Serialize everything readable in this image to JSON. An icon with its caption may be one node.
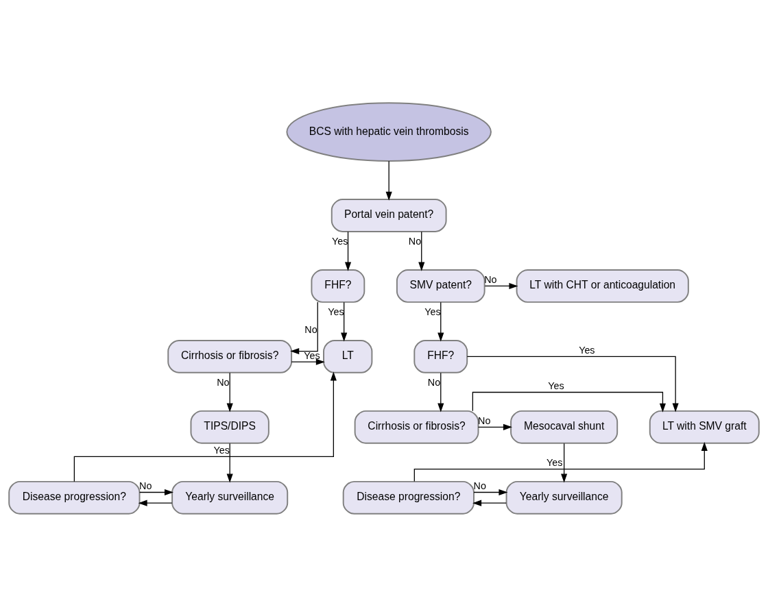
{
  "diagram": {
    "nodes": [
      {
        "text": [
          "BCS with hepatic vein thrombosis"
        ]
      },
      {
        "text": [
          "Portal vein patent?"
        ]
      },
      {
        "text": [
          "FHF?"
        ]
      },
      {
        "text": [
          "SMV patent?"
        ]
      },
      {
        "text": [
          "LT with CHT or anticoagulation"
        ]
      },
      {
        "text": [
          "LT"
        ]
      },
      {
        "text": [
          "Cirrhosis or fibrosis?"
        ]
      },
      {
        "text": [
          "FHF?"
        ]
      },
      {
        "text": [
          "TIPS/DIPS"
        ]
      },
      {
        "text": [
          "LT with SMV graft"
        ]
      },
      {
        "text": [
          "Cirrhosis or fibrosis?"
        ]
      },
      {
        "text": [
          "Mesocaval shunt"
        ]
      },
      {
        "text": [
          "Disease progression?"
        ]
      },
      {
        "text": [
          "Yearly surveillance"
        ]
      },
      {
        "text": [
          "Disease progression?"
        ]
      },
      {
        "text": [
          "Yearly surveillance"
        ]
      }
    ],
    "edges": [
      {
        "from": 0,
        "to": 1,
        "arrow": "to"
      },
      {
        "from": 1,
        "to": 2,
        "arrow": "to",
        "label": "Yes"
      },
      {
        "from": 1,
        "to": 3,
        "arrow": "to",
        "label": "No"
      },
      {
        "from": 2,
        "to": 5,
        "arrow": "to",
        "label": "Yes"
      },
      {
        "from": 2,
        "to": 6,
        "arrow": "to",
        "label": "No"
      },
      {
        "from": 3,
        "to": 4,
        "arrow": "to",
        "label": "No"
      },
      {
        "from": 3,
        "to": 7,
        "arrow": "to",
        "label": "Yes"
      },
      {
        "from": 6,
        "to": 5,
        "arrow": "to",
        "label": "Yes"
      },
      {
        "from": 6,
        "to": 8,
        "arrow": "to",
        "label": "No"
      },
      {
        "from": 7,
        "to": 9,
        "arrow": "to",
        "label": "Yes"
      },
      {
        "from": 7,
        "to": 10,
        "arrow": "to",
        "label": "No"
      },
      {
        "from": 10,
        "to": 9,
        "arrow": "to",
        "label": "Yes"
      },
      {
        "from": 10,
        "to": 11,
        "arrow": "to",
        "label": "No"
      },
      {
        "from": 8,
        "to": 13,
        "arrow": "to"
      },
      {
        "from": 13,
        "to": 12,
        "arrow": "to"
      },
      {
        "from": 12,
        "to": 5,
        "arrow": "to",
        "label": "Yes"
      },
      {
        "from": 12,
        "to": 13,
        "arrow": "to",
        "label": "No"
      },
      {
        "from": 11,
        "to": 15,
        "arrow": "to"
      },
      {
        "from": 15,
        "to": 14,
        "arrow": "to"
      },
      {
        "from": 14,
        "to": 9,
        "arrow": "to",
        "label": "Yes"
      },
      {
        "from": 14,
        "to": 15,
        "arrow": "to",
        "label": "No"
      }
    ]
  }
}
